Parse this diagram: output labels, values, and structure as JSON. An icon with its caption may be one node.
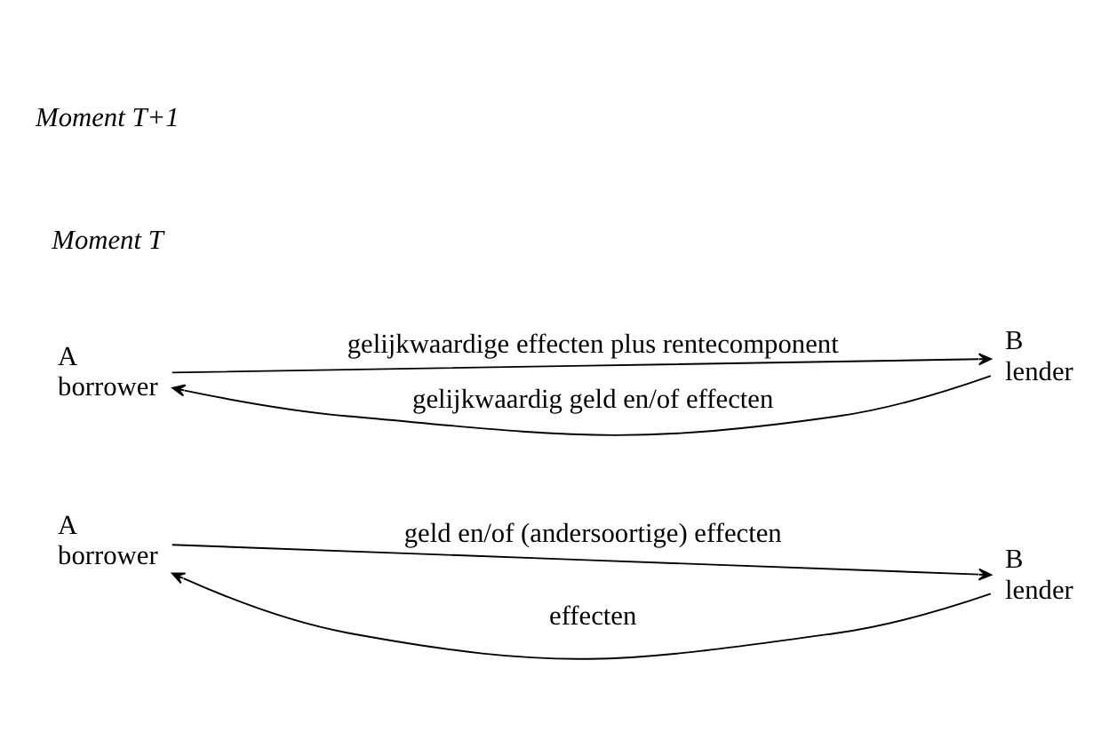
{
  "diagram": {
    "nodes": [
      {
        "text": [
          "A",
          "borrower"
        ]
      },
      {
        "text": [
          "B",
          "lender"
        ]
      },
      {
        "text": [
          "A",
          "borrower"
        ]
      },
      {
        "text": [
          "B",
          "lender"
        ]
      }
    ],
    "edges": [
      {
        "from": 1,
        "to": 0,
        "arrow": "to",
        "label": "effecten"
      },
      {
        "from": 0,
        "to": 1,
        "arrow": "to",
        "label": "geld en/of (andersoortige) effecten"
      },
      {
        "from": 2,
        "to": 3,
        "arrow": "to",
        "label": "gelijkwaardige effecten plus rentecomponent"
      },
      {
        "from": 3,
        "to": 2,
        "arrow": "to",
        "label": "gelijkwaardig geld en/of effecten"
      }
    ],
    "labels": [
      "Moment T",
      "Moment T+1"
    ]
  }
}
